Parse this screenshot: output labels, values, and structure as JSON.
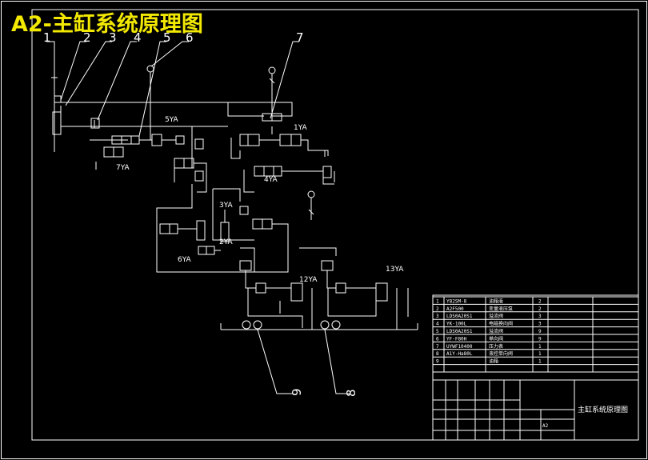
{
  "title": "A2-主缸系统原理图",
  "callouts": [
    "1",
    "2",
    "3",
    "4",
    "5",
    "6",
    "7",
    "8",
    "9"
  ],
  "solenoids": [
    "5YA",
    "1YA",
    "7YA",
    "4YA",
    "3YA",
    "2YA",
    "6YA",
    "12YA",
    "13YA"
  ],
  "parts_table": [
    {
      "no": "1",
      "code": "Y82SM-8",
      "name": "油箱液",
      "qty": "2"
    },
    {
      "no": "2",
      "code": "A2F500",
      "name": "变量液压泵",
      "qty": "2"
    },
    {
      "no": "3",
      "code": "LDS0A20S1",
      "name": "溢流阀",
      "qty": "3"
    },
    {
      "no": "4",
      "code": "YK-100L",
      "name": "电磁换向阀",
      "qty": "3"
    },
    {
      "no": "5",
      "code": "LDS0A20S1",
      "name": "溢流阀",
      "qty": "9"
    },
    {
      "no": "6",
      "code": "YF-F80H",
      "name": "单向阀",
      "qty": "9"
    },
    {
      "no": "7",
      "code": "UYWF10400",
      "name": "压力表",
      "qty": "1"
    },
    {
      "no": "8",
      "code": "A1Y-Ha80L",
      "name": "液控单向阀",
      "qty": "1"
    },
    {
      "no": "9",
      "code": "",
      "name": "油箱",
      "qty": "1"
    }
  ],
  "table_header": [
    "",
    "",
    "",
    "",
    "",
    ""
  ],
  "title_block": {
    "drawing_name": "主缸系统原理图",
    "size": "A2"
  }
}
